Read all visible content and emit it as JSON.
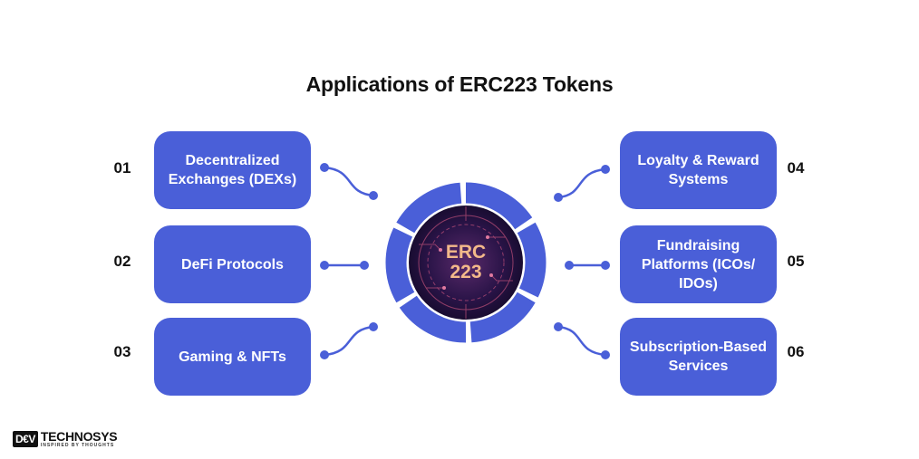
{
  "title": "Applications of ERC223 Tokens",
  "center": {
    "line1": "ERC",
    "line2": "223"
  },
  "items": [
    {
      "number": "01",
      "label": "Decentralized Exchanges (DEXs)"
    },
    {
      "number": "02",
      "label": "DeFi Protocols"
    },
    {
      "number": "03",
      "label": "Gaming & NFTs"
    },
    {
      "number": "04",
      "label": "Loyalty & Reward Systems"
    },
    {
      "number": "05",
      "label": "Fundraising Platforms (ICOs/ IDOs)"
    },
    {
      "number": "06",
      "label": "Subscription-Based Services"
    }
  ],
  "logo": {
    "box": "D€V",
    "main": "TECHNOSYS",
    "sub": "INSPIRED BY THOUGHTS"
  },
  "colors": {
    "card": "#4a5fd8",
    "ring": "#4a5fd8",
    "center_bg": "#2a1448",
    "center_text": "#f3b98a"
  }
}
